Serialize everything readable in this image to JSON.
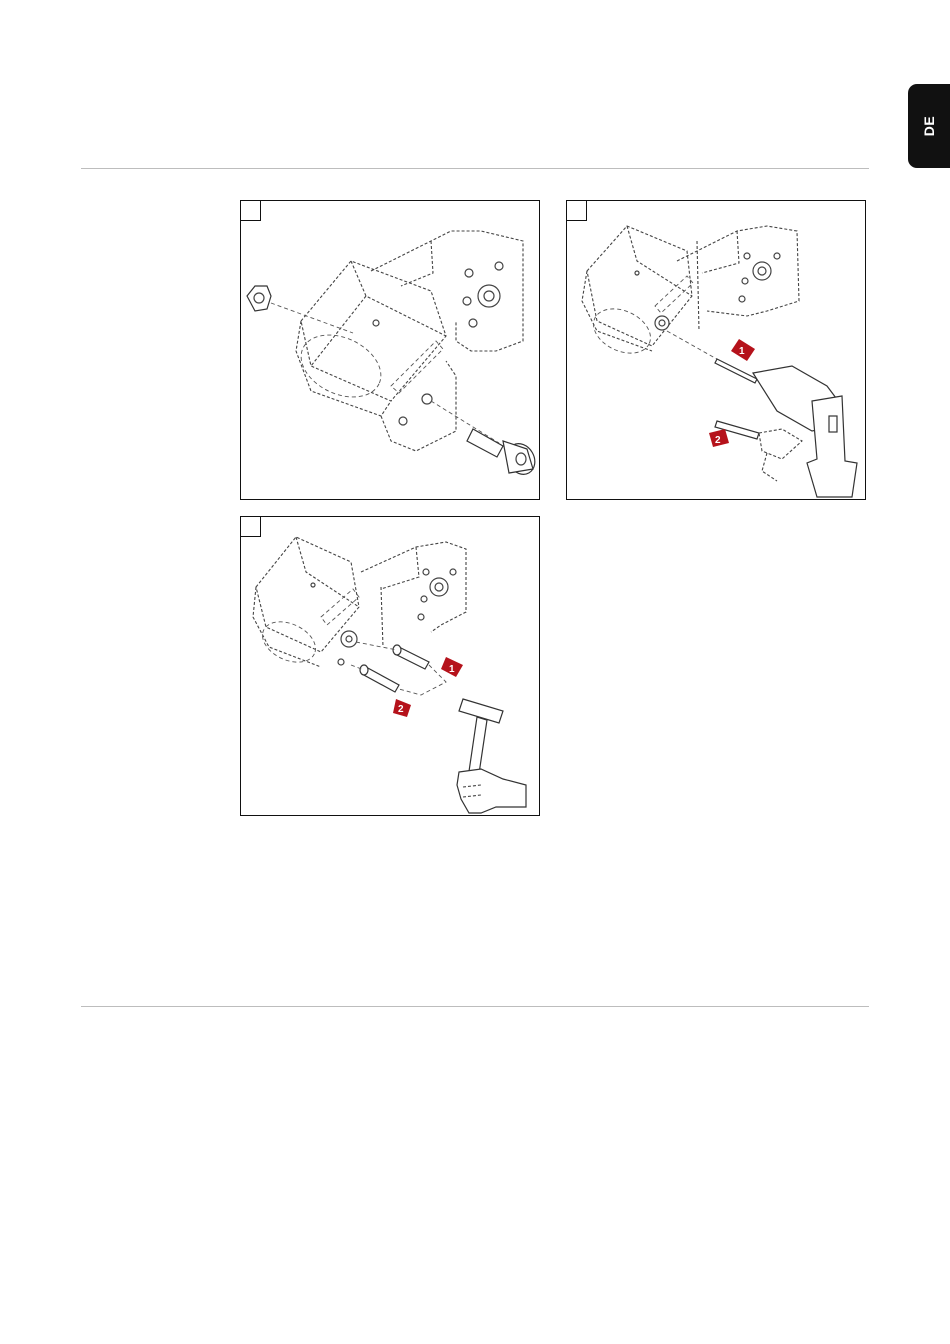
{
  "language_tab": {
    "label": "DE"
  },
  "figures": [
    {
      "step_label": "",
      "markers": []
    },
    {
      "step_label": "",
      "markers": [
        "1",
        "2"
      ]
    },
    {
      "step_label": "",
      "markers": [
        "1",
        "2"
      ]
    }
  ],
  "colors": {
    "accent": "#b5121b",
    "tab": "#111111",
    "rule": "#bdbdbd"
  }
}
